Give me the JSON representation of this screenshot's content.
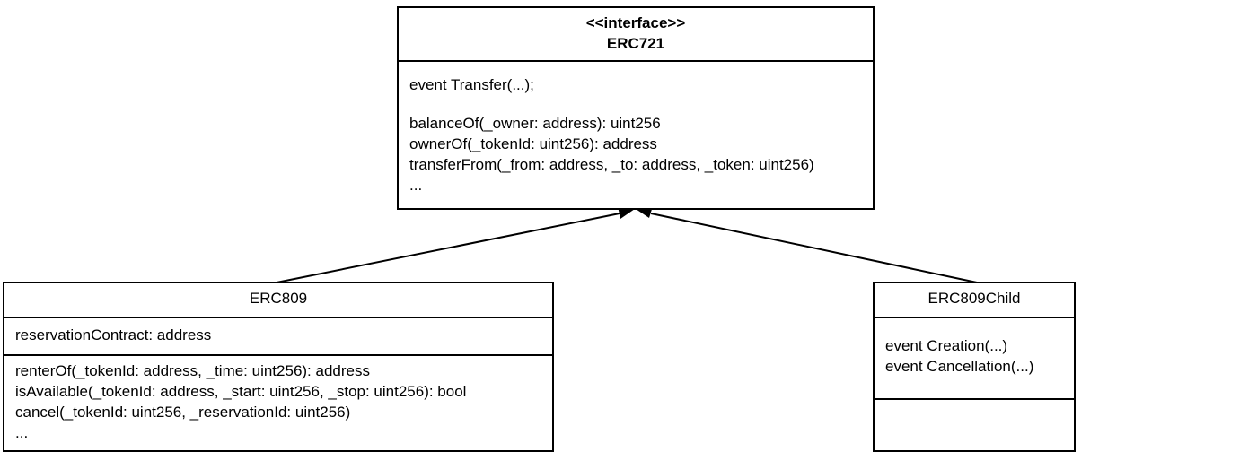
{
  "interface_box": {
    "stereotype": "<<interface>>",
    "name": "ERC721",
    "attributes": [
      "event Transfer(...);"
    ],
    "methods": [
      "balanceOf(_owner: address): uint256",
      "ownerOf(_tokenId: uint256): address",
      "transferFrom(_from: address, _to: address, _token: uint256)",
      "..."
    ]
  },
  "erc809_box": {
    "name": "ERC809",
    "attributes": [
      "reservationContract: address"
    ],
    "methods": [
      "renterOf(_tokenId: address, _time: uint256): address",
      "isAvailable(_tokenId: address, _start: uint256, _stop: uint256): bool",
      "cancel(_tokenId: uint256, _reservationId: uint256)",
      "..."
    ]
  },
  "erc809child_box": {
    "name": "ERC809Child",
    "attributes": [
      "event Creation(...)",
      "event Cancellation(...)"
    ],
    "methods": []
  },
  "relations": [
    {
      "from": "ERC809",
      "to": "ERC721",
      "type": "realization"
    },
    {
      "from": "ERC809Child",
      "to": "ERC721",
      "type": "realization"
    }
  ]
}
